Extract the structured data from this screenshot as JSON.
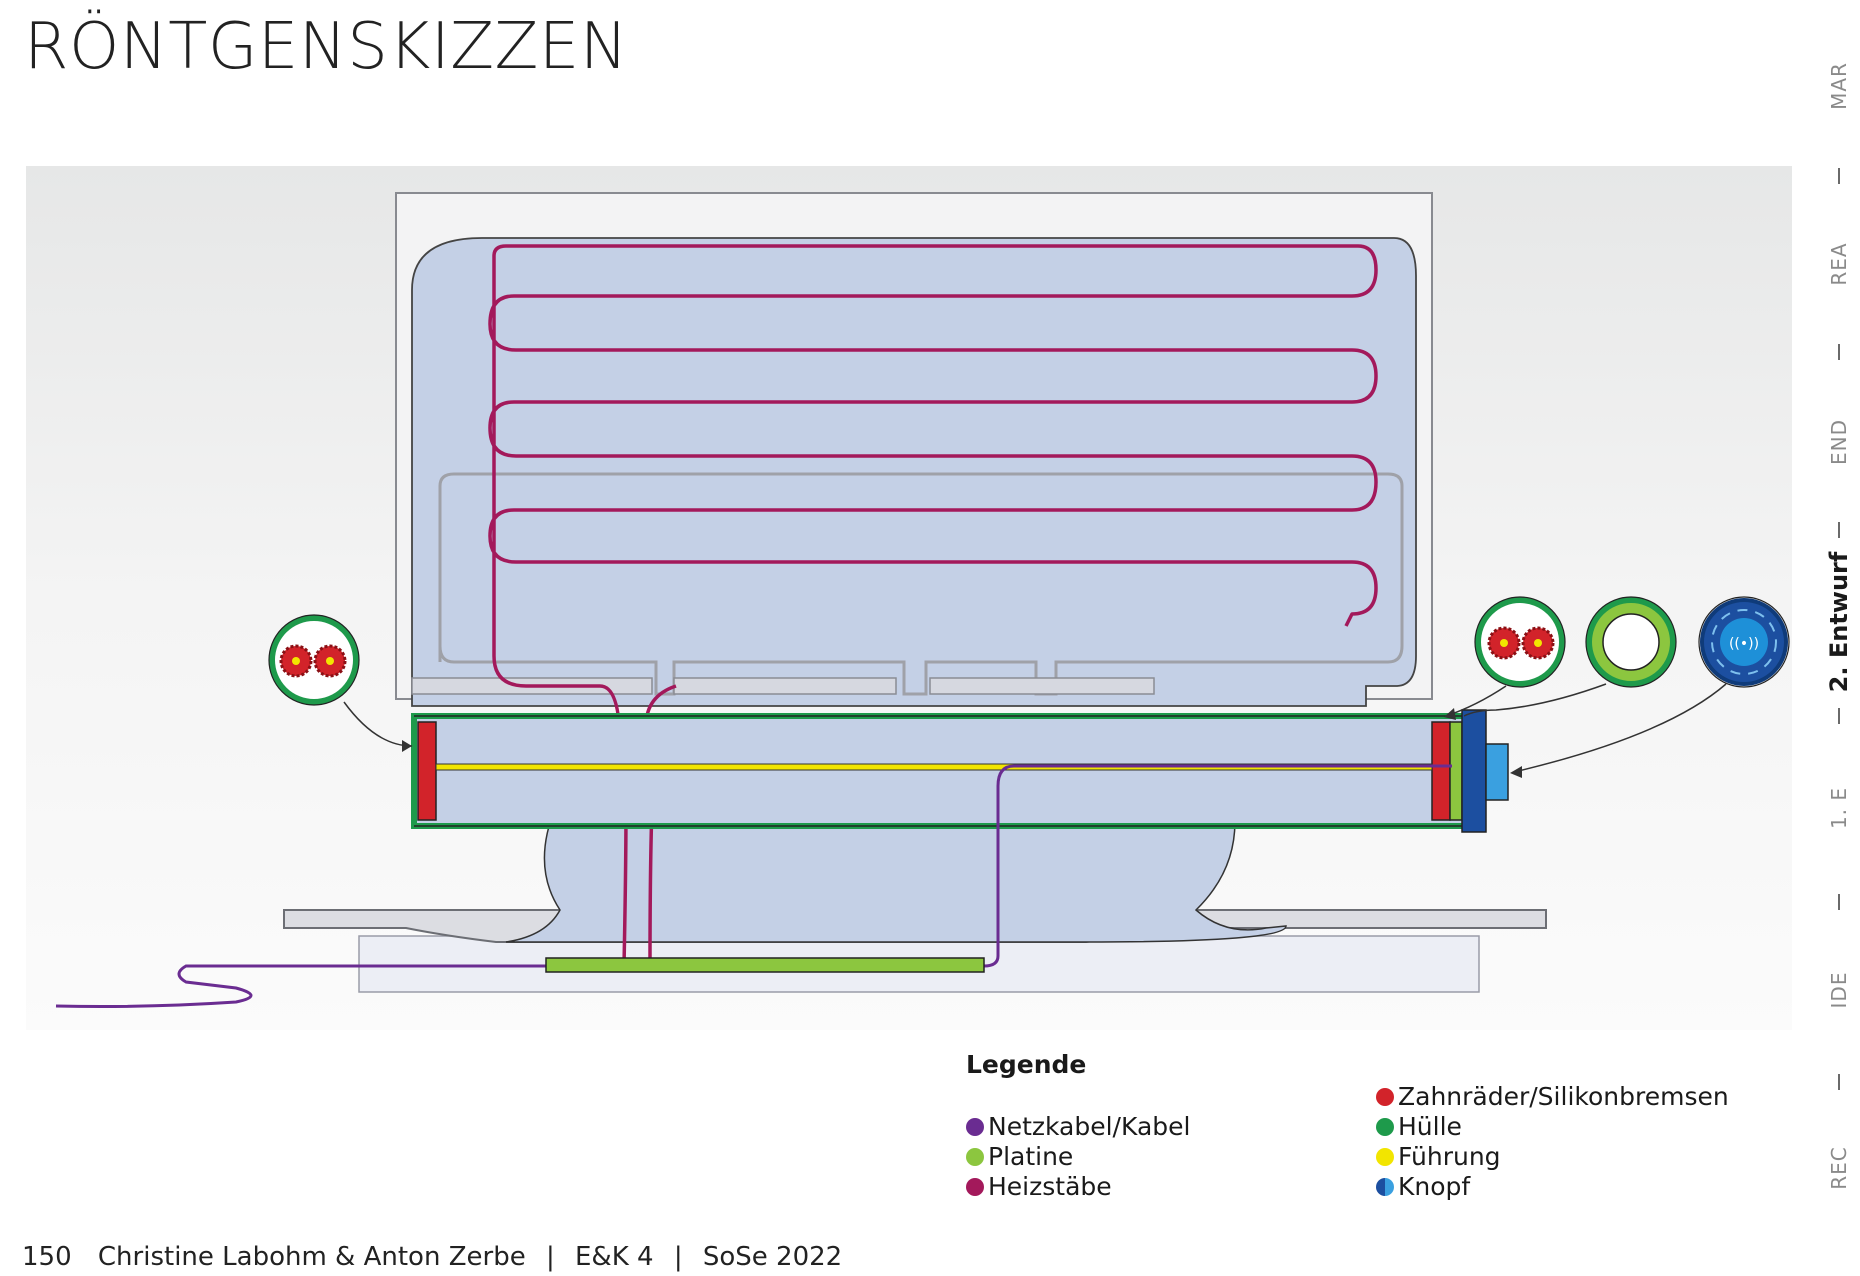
{
  "page": {
    "title": "RÖNTGENSKIZZEN"
  },
  "legend": {
    "title": "Legende",
    "items": [
      {
        "label": "Netzkabel/Kabel",
        "color": "#6a2c91",
        "icon": "purple-dot"
      },
      {
        "label": "Platine",
        "color": "#8cc63f",
        "icon": "green-dot"
      },
      {
        "label": "Heizstäbe",
        "color": "#a3195b",
        "icon": "magenta-dot"
      },
      {
        "label": "Zahnräder/Silikonbremsen",
        "color": "#d2232a",
        "icon": "red-dot"
      },
      {
        "label": "Hülle",
        "color": "#1e9a4b",
        "icon": "dark-green-dot"
      },
      {
        "label": "Führung",
        "color": "#f2e500",
        "icon": "yellow-dot"
      },
      {
        "label": "Knopf",
        "color": "#1c75bc",
        "icon": "blue-half-dot"
      }
    ]
  },
  "footer": {
    "page_number": "150",
    "authors": "Christine Labohm & Anton Zerbe",
    "course": "E&K 4",
    "semester": "SoSe 2022"
  },
  "side_nav": {
    "items": [
      {
        "label": "MAR",
        "active": false
      },
      {
        "label": "REA",
        "active": false
      },
      {
        "label": "END",
        "active": false
      },
      {
        "label": "2. Entwurf",
        "active": true
      },
      {
        "label": "1. E",
        "active": false
      },
      {
        "label": "IDE",
        "active": false
      },
      {
        "label": "REC",
        "active": false
      }
    ]
  },
  "colors": {
    "cable": "#6a2c91",
    "board": "#8cc63f",
    "heating": "#a3195b",
    "gears": "#d2232a",
    "shell": "#1e9a4b",
    "guide": "#f2e500",
    "button": "#1c75bc",
    "body_fill": "#c4d0e6"
  }
}
